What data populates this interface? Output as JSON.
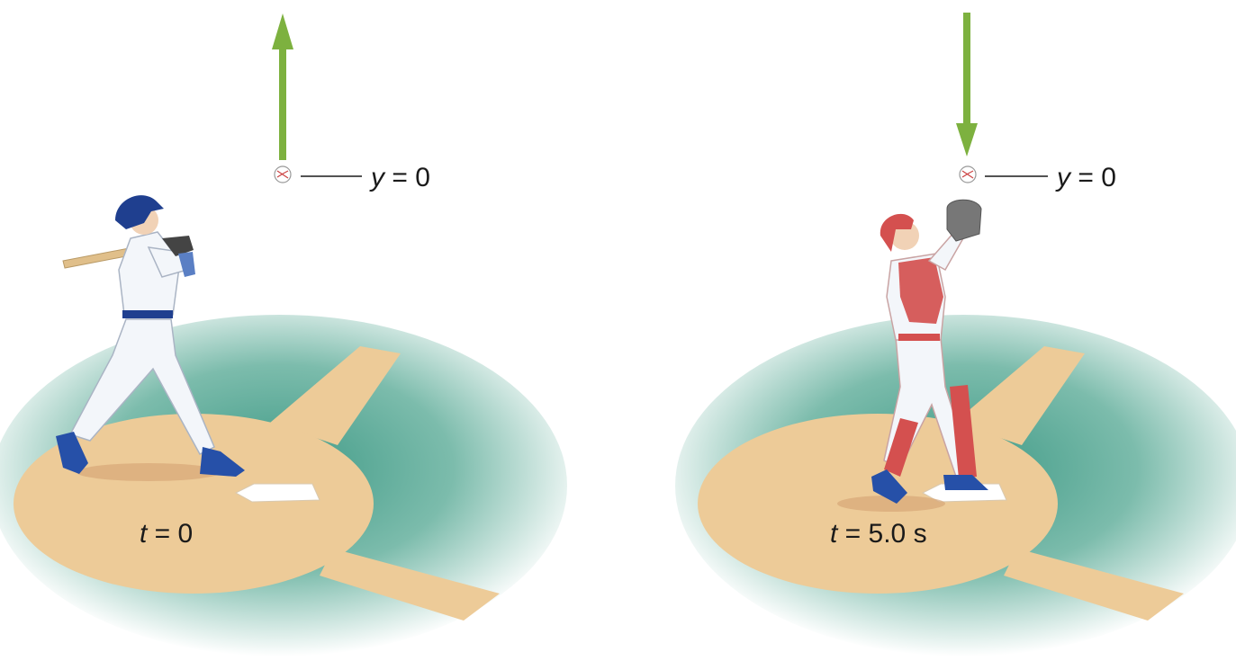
{
  "colors": {
    "arrow": "#7db13f",
    "field_grass": "#5aa896",
    "dirt": "#edcb98",
    "base": "#ffffff",
    "batter_uniform": "#f3f6fa",
    "batter_trim": "#1f3f8f",
    "catcher_gear": "#d4504f",
    "mitt": "#777777",
    "ball_seam": "#cc4444"
  },
  "panels": [
    {
      "arrow_direction": "up",
      "arrow_icon": "arrow-up-icon",
      "ball_icon": "baseball-icon",
      "position_label": {
        "var": "y",
        "rest": " = 0"
      },
      "time_label": {
        "var": "t",
        "rest": " = 0"
      },
      "figure": "batter"
    },
    {
      "arrow_direction": "down",
      "arrow_icon": "arrow-down-icon",
      "ball_icon": "baseball-icon",
      "position_label": {
        "var": "y",
        "rest": " = 0"
      },
      "time_label": {
        "var": "t",
        "rest": " = 5.0 s"
      },
      "figure": "catcher"
    }
  ]
}
